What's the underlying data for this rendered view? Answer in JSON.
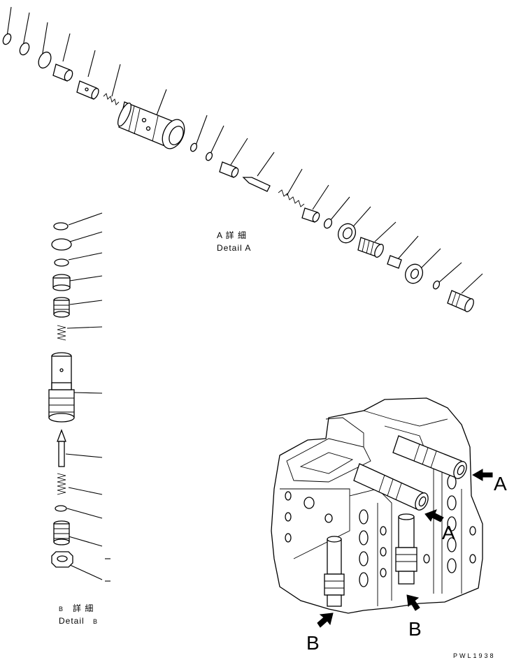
{
  "detail_a": {
    "jp": "A 詳 細",
    "en": "Detail A"
  },
  "detail_b": {
    "jp": "詳 細",
    "marker": "B",
    "en": "Detail",
    "en_marker": "B"
  },
  "arrow_labels": {
    "a1": "A",
    "a2": "A",
    "b1": "B",
    "b2": "B"
  },
  "drawing_code": "PWL1938"
}
